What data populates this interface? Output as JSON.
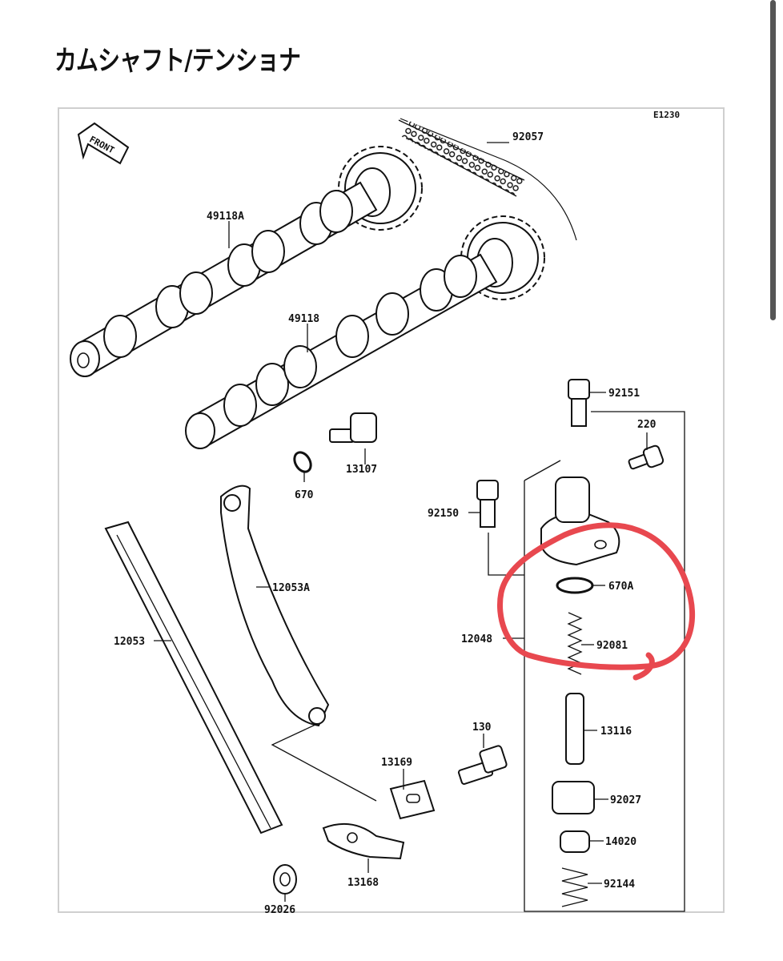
{
  "title": "カムシャフト/テンショナ",
  "diagram": {
    "code": "E1230",
    "front_label": "FRONT",
    "highlight_color": "#e8484f",
    "parts": [
      {
        "id": "p92057",
        "label": "92057"
      },
      {
        "id": "p49118A",
        "label": "49118A"
      },
      {
        "id": "p49118",
        "label": "49118"
      },
      {
        "id": "p92151",
        "label": "92151"
      },
      {
        "id": "p220",
        "label": "220"
      },
      {
        "id": "p13107",
        "label": "13107"
      },
      {
        "id": "p670",
        "label": "670"
      },
      {
        "id": "p92150",
        "label": "92150"
      },
      {
        "id": "p12053A",
        "label": "12053A"
      },
      {
        "id": "p670A",
        "label": "670A"
      },
      {
        "id": "p12048",
        "label": "12048"
      },
      {
        "id": "p92081",
        "label": "92081"
      },
      {
        "id": "p12053",
        "label": "12053"
      },
      {
        "id": "p13116",
        "label": "13116"
      },
      {
        "id": "p130",
        "label": "130"
      },
      {
        "id": "p13169",
        "label": "13169"
      },
      {
        "id": "p92027",
        "label": "92027"
      },
      {
        "id": "p14020",
        "label": "14020"
      },
      {
        "id": "p13168",
        "label": "13168"
      },
      {
        "id": "p92144",
        "label": "92144"
      },
      {
        "id": "p92026",
        "label": "92026"
      }
    ]
  }
}
